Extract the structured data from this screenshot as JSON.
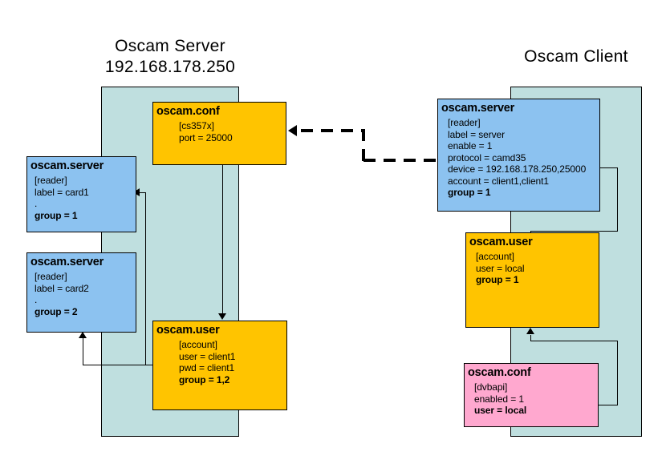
{
  "diagram": {
    "title_left": "Oscam Server",
    "subtitle_left": "192.168.178.250",
    "title_right": "Oscam Client",
    "colors": {
      "panel": "#bfdfdf",
      "conf_box": "#ffc400",
      "server_box": "#8cc2f0",
      "user_box": "#ffc400",
      "dvbapi_box": "#ffa8cf",
      "line": "#000000",
      "background": "#ffffff"
    }
  },
  "server_side": {
    "oscam_conf": {
      "title": "oscam.conf",
      "lines": [
        "[cs357x]",
        "port = 25000"
      ]
    },
    "oscam_server_card1": {
      "title": "oscam.server",
      "lines": [
        "[reader]",
        "label = card1",
        ".",
        "group = 1"
      ]
    },
    "oscam_server_card2": {
      "title": "oscam.server",
      "lines": [
        "[reader]",
        "label = card2",
        ".",
        "group = 2"
      ]
    },
    "oscam_user": {
      "title": "oscam.user",
      "lines": [
        "[account]",
        "user = client1",
        "pwd = client1",
        "group = 1,2"
      ]
    }
  },
  "client_side": {
    "oscam_server": {
      "title": "oscam.server",
      "lines": [
        "[reader]",
        "label = server",
        "enable = 1",
        "protocol = camd35",
        "device = 192.168.178.250,25000",
        "account = client1,client1",
        "group = 1"
      ]
    },
    "oscam_user": {
      "title": "oscam.user",
      "lines": [
        "[account]",
        "user = local",
        "group = 1"
      ]
    },
    "oscam_conf": {
      "title": "oscam.conf",
      "lines": [
        "[dvbapi]",
        "enabled = 1",
        "user = local"
      ]
    }
  }
}
